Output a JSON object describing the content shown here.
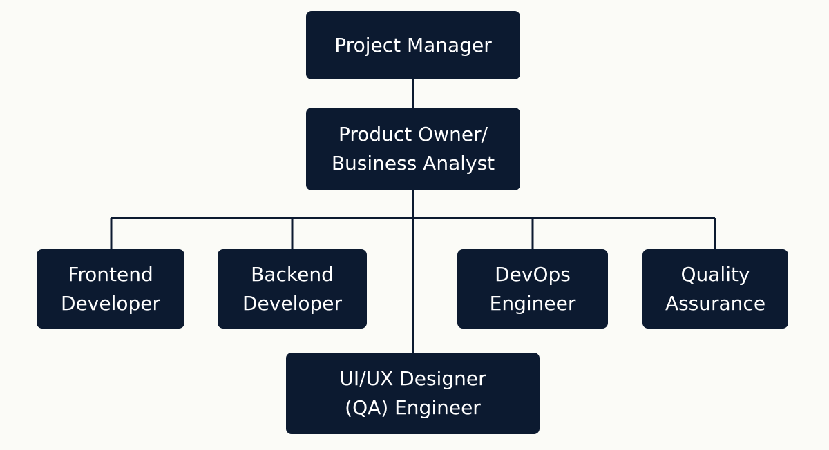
{
  "colors": {
    "background": "#fbfbf7",
    "node_fill": "#0c1a30",
    "node_text": "#ffffff",
    "connector": "#0c1a30"
  },
  "diagram": {
    "nodes": {
      "project_manager": {
        "lines": [
          "Project Manager"
        ]
      },
      "product_owner": {
        "lines": [
          "Product Owner/",
          "Business Analyst"
        ]
      },
      "frontend": {
        "lines": [
          "Frontend",
          "Developer"
        ]
      },
      "backend": {
        "lines": [
          "Backend",
          "Developer"
        ]
      },
      "devops": {
        "lines": [
          "DevOps",
          "Engineer"
        ]
      },
      "quality": {
        "lines": [
          "Quality",
          "Assurance"
        ]
      },
      "uiux": {
        "lines": [
          "UI/UX Designer",
          "(QA) Engineer"
        ]
      }
    },
    "edges": [
      {
        "from": "project_manager",
        "to": "product_owner"
      },
      {
        "from": "product_owner",
        "to": "frontend"
      },
      {
        "from": "product_owner",
        "to": "backend"
      },
      {
        "from": "product_owner",
        "to": "devops"
      },
      {
        "from": "product_owner",
        "to": "quality"
      },
      {
        "from": "product_owner",
        "to": "uiux"
      }
    ]
  }
}
